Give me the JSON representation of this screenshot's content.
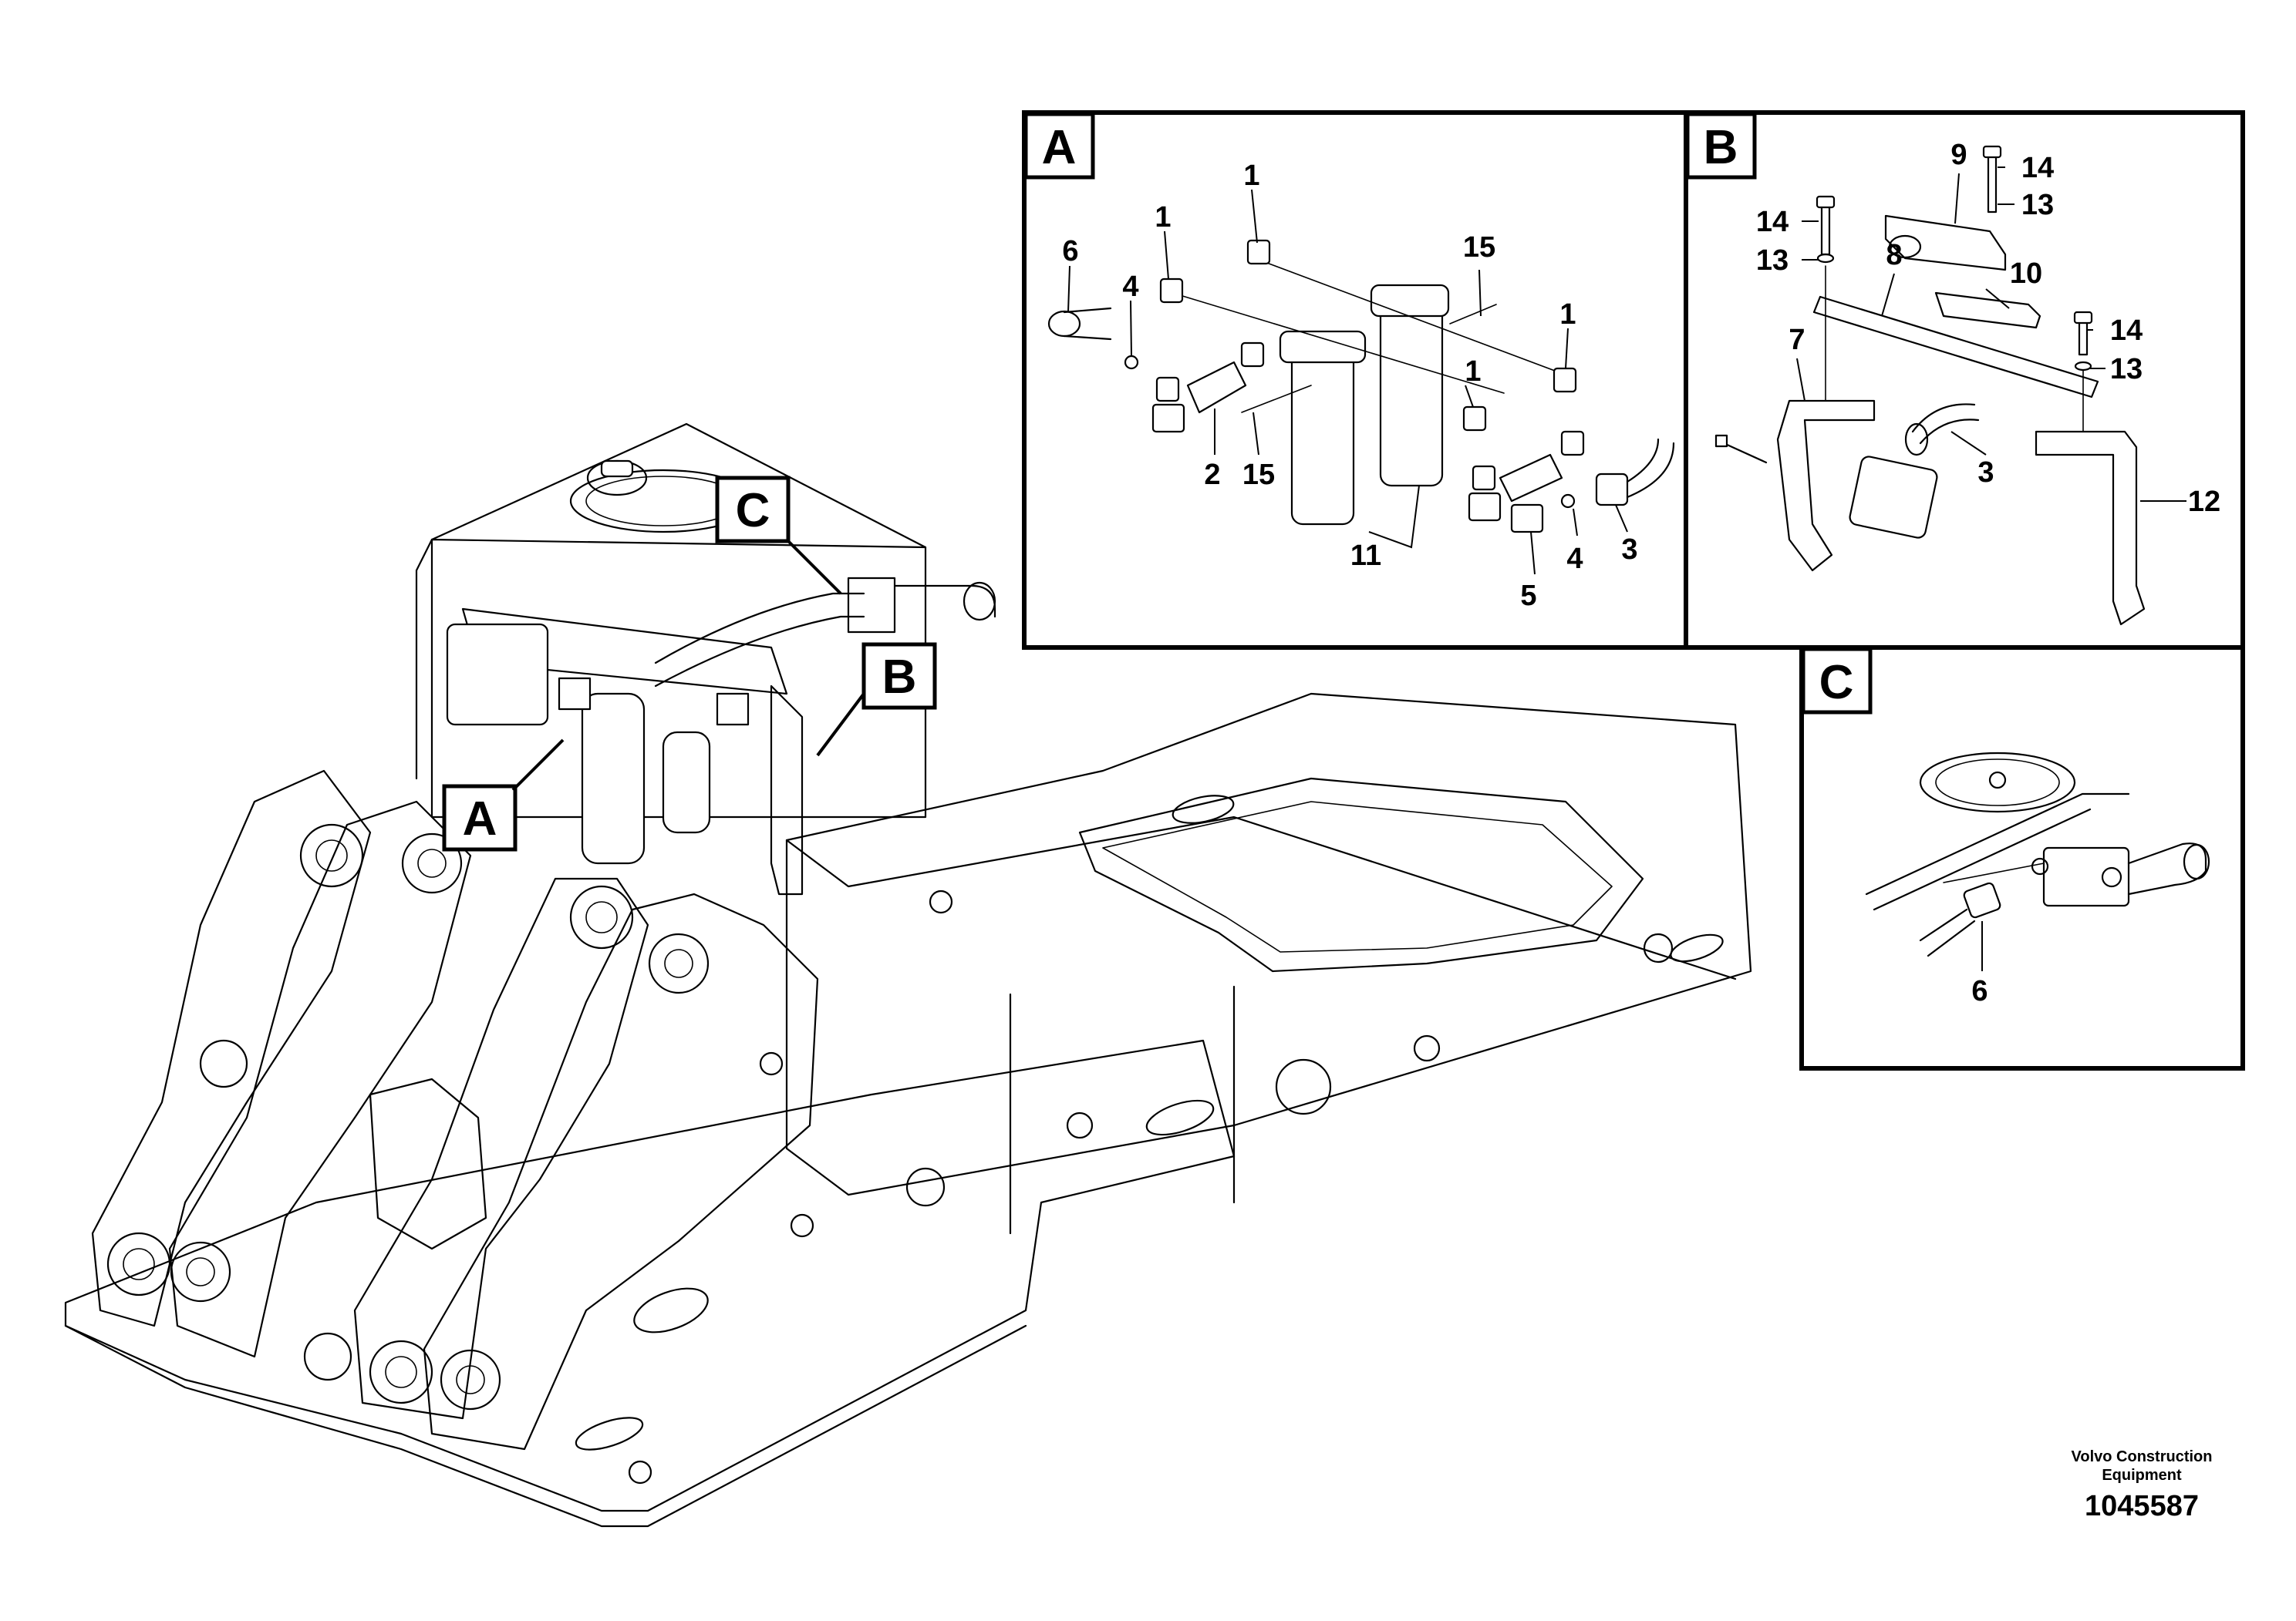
{
  "callouts": {
    "a": "A",
    "b": "B",
    "c": "C"
  },
  "detail_a": {
    "tag": "A",
    "labels": [
      "1",
      "1",
      "1",
      "1",
      "6",
      "4",
      "2",
      "15",
      "11",
      "15",
      "5",
      "4",
      "3"
    ]
  },
  "detail_b": {
    "tag": "B",
    "labels": [
      "9",
      "14",
      "13",
      "14",
      "13",
      "8",
      "10",
      "14",
      "13",
      "7",
      "3",
      "12"
    ]
  },
  "detail_c": {
    "tag": "C",
    "labels": [
      "6"
    ]
  },
  "footer": {
    "company": "Volvo Construction",
    "company_line2": "Equipment",
    "drawing_number": "1045587"
  }
}
